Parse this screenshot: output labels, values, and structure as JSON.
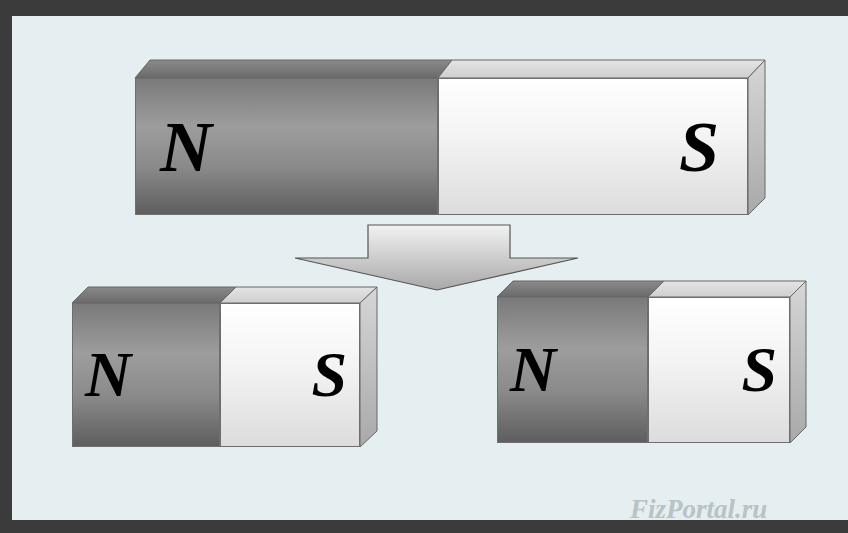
{
  "diagram": {
    "nodes": [
      {
        "text": [
          "N"
        ]
      },
      {
        "text": [
          "S"
        ]
      },
      {
        "text": [
          "N"
        ]
      },
      {
        "text": [
          "S"
        ]
      },
      {
        "text": [
          "N"
        ]
      },
      {
        "text": [
          "S"
        ]
      }
    ],
    "labels": [
      "FizPortal.ru"
    ]
  }
}
